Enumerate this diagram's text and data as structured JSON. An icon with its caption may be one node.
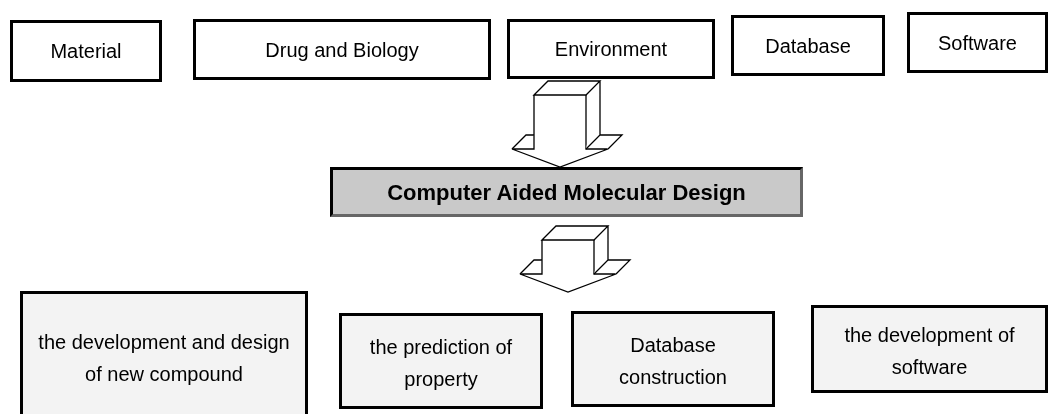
{
  "diagram": {
    "nodes": [
      {
        "text": [
          "Material"
        ]
      },
      {
        "text": [
          "Drug and Biology"
        ]
      },
      {
        "text": [
          "Environment"
        ]
      },
      {
        "text": [
          "Database"
        ]
      },
      {
        "text": [
          "Software"
        ]
      },
      {
        "text": [
          "Computer Aided Molecular Design"
        ]
      },
      {
        "text": [
          "the development and design of new compound"
        ]
      },
      {
        "text": [
          "the prediction of property"
        ]
      },
      {
        "text": [
          "Database construction"
        ]
      },
      {
        "text": [
          "the development of software"
        ]
      }
    ],
    "edges": [
      {
        "from": null,
        "to": 5,
        "arrow": "to"
      },
      {
        "from": 5,
        "to": null,
        "arrow": "to"
      }
    ]
  }
}
